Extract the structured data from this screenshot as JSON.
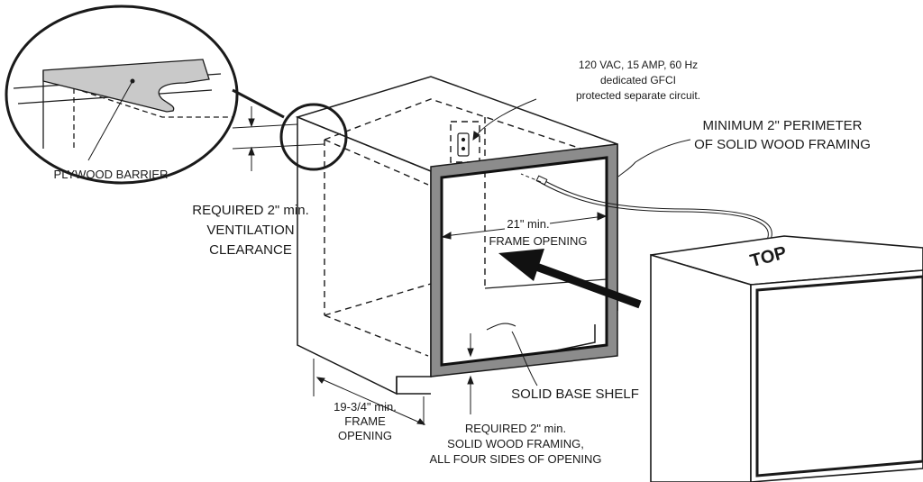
{
  "labels": {
    "power_line1": "120 VAC, 15 AMP, 60 Hz",
    "power_line2": "dedicated GFCI",
    "power_line3": "protected separate circuit.",
    "perimeter_line1": "MINIMUM 2\" PERIMETER",
    "perimeter_line2": "OF SOLID WOOD FRAMING",
    "plywood": "PLYWOOD BARRIER",
    "vent_line1": "REQUIRED 2\" min.",
    "vent_line2": "VENTILATION",
    "vent_line3": "CLEARANCE",
    "width_line1": "21\" min.",
    "width_line2": "FRAME OPENING",
    "depth_line1": "19-3/4\" min.",
    "depth_line2": "FRAME",
    "depth_line3": "OPENING",
    "base_shelf": "SOLID BASE SHELF",
    "framing_line1": "REQUIRED 2\" min.",
    "framing_line2": "SOLID WOOD FRAMING,",
    "framing_line3": "ALL FOUR SIDES OF OPENING",
    "top_mark": "TOP"
  },
  "colors": {
    "line": "#1a1a1a",
    "frame_fill": "#8c8c8c",
    "plywood_fill": "#c9c9c9",
    "background": "#ffffff"
  }
}
